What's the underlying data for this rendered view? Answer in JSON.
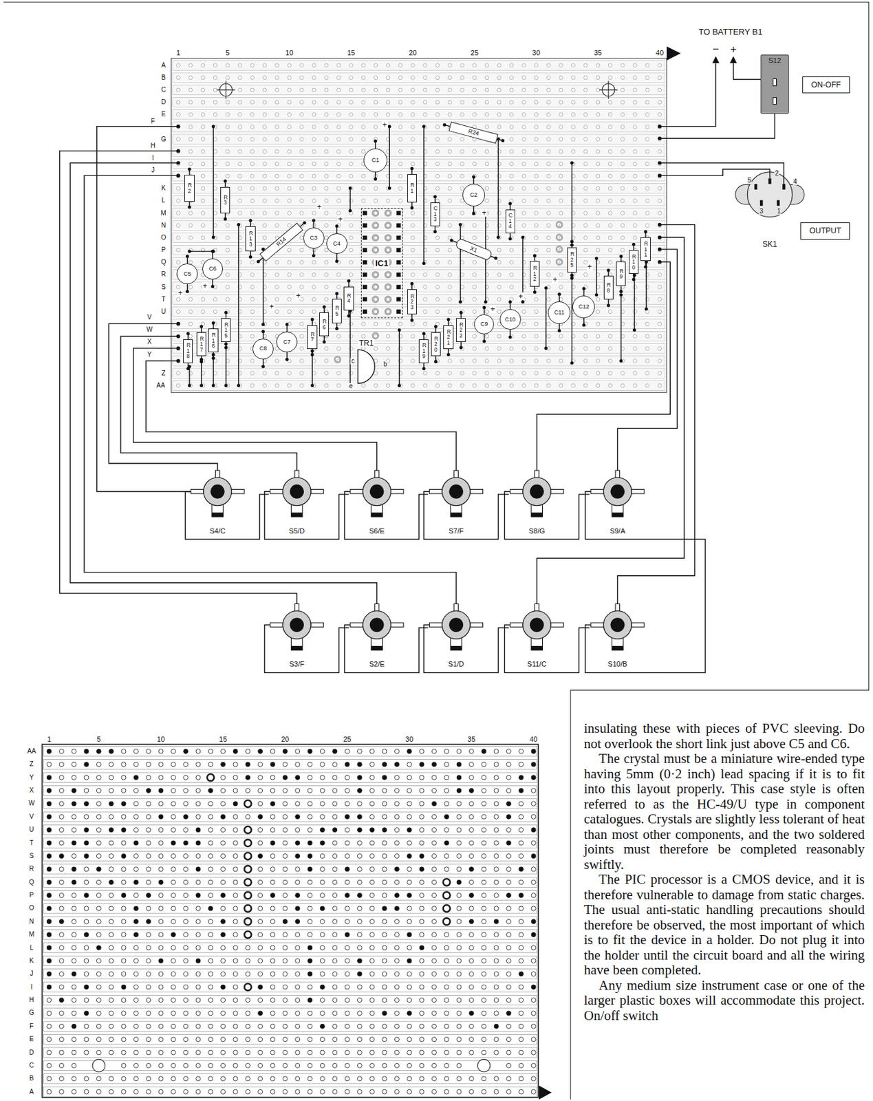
{
  "diagram": {
    "nodes": [
      {
        "text": [
          "S12"
        ]
      },
      {
        "text": [
          "ON-OFF"
        ]
      },
      {
        "text": [
          "OUTPUT"
        ]
      },
      {
        "text": [
          "C1"
        ]
      },
      {
        "text": [
          "R1"
        ]
      },
      {
        "text": [
          "R24"
        ]
      },
      {
        "text": [
          "C2"
        ]
      },
      {
        "text": [
          "C13"
        ]
      },
      {
        "text": [
          "C14"
        ]
      },
      {
        "text": [
          "R2"
        ]
      },
      {
        "text": [
          "R3"
        ]
      },
      {
        "text": [
          "R13"
        ]
      },
      {
        "text": [
          "R14"
        ]
      },
      {
        "text": [
          "C3"
        ]
      },
      {
        "text": [
          "C4"
        ]
      },
      {
        "text": [
          "IC1"
        ]
      },
      {
        "text": [
          "X1"
        ]
      },
      {
        "text": [
          "C5"
        ]
      },
      {
        "text": [
          "C6"
        ]
      },
      {
        "text": [
          "R12"
        ]
      },
      {
        "text": [
          "R23"
        ]
      },
      {
        "text": [
          "R25"
        ]
      },
      {
        "text": [
          "R11"
        ]
      },
      {
        "text": [
          "R10"
        ]
      },
      {
        "text": [
          "R9"
        ]
      },
      {
        "text": [
          "R8"
        ]
      },
      {
        "text": [
          "R4"
        ]
      },
      {
        "text": [
          "R5"
        ]
      },
      {
        "text": [
          "R6"
        ]
      },
      {
        "text": [
          "R7"
        ]
      },
      {
        "text": [
          "R15"
        ]
      },
      {
        "text": [
          "R16"
        ]
      },
      {
        "text": [
          "R17"
        ]
      },
      {
        "text": [
          "R18"
        ]
      },
      {
        "text": [
          "C7"
        ]
      },
      {
        "text": [
          "C8"
        ]
      },
      {
        "text": [
          "C9"
        ]
      },
      {
        "text": [
          "C10"
        ]
      },
      {
        "text": [
          "C11"
        ]
      },
      {
        "text": [
          "C12"
        ]
      },
      {
        "text": [
          "R19"
        ]
      },
      {
        "text": [
          "R20"
        ]
      },
      {
        "text": [
          "R21"
        ]
      },
      {
        "text": [
          "R22"
        ]
      }
    ],
    "labels": [
      "TO BATTERY B1",
      "−",
      "+",
      "1",
      "5",
      "10",
      "15",
      "20",
      "25",
      "30",
      "35",
      "40",
      "A",
      "B",
      "C",
      "D",
      "E",
      "F",
      "G",
      "H",
      "I",
      "J",
      "K",
      "L",
      "M",
      "N",
      "O",
      "P",
      "Q",
      "R",
      "S",
      "T",
      "U",
      "V",
      "W",
      "X",
      "Y",
      "Z",
      "AA",
      "TR1",
      "c",
      "b",
      "e",
      "+",
      "+",
      "+",
      "+",
      "+",
      "+",
      "+",
      "+",
      "+",
      "+",
      "+",
      "+",
      "5",
      "2",
      "4",
      "3",
      "1",
      "SK1",
      "S4/C",
      "S5/D",
      "S6/E",
      "S7/F",
      "S8/G",
      "S9/A",
      "S3/F",
      "S2/E",
      "S1/D",
      "S11/C",
      "S10/B",
      "1",
      "5",
      "10",
      "15",
      "20",
      "25",
      "30",
      "35",
      "40",
      "AA",
      "Z",
      "Y",
      "X",
      "W",
      "V",
      "U",
      "T",
      "S",
      "R",
      "Q",
      "P",
      "O",
      "N",
      "M",
      "L",
      "K",
      "J",
      "I",
      "H",
      "G",
      "F",
      "E",
      "D",
      "C",
      "B",
      "A",
      "insulating these with pieces of PVC sleeving. Do not overlook the short link just above C5 and C6.",
      "The crystal must be a miniature wire-ended type having 5mm (0·2 inch) lead spacing if it is to fit into this layout properly. This case style is often referred to as the HC-49/U type in component catalogues. Crystals are slightly less tolerant of heat than most other components, and the two soldered joints must therefore be completed reasonably swiftly.",
      "The PIC processor is a CMOS device, and it is therefore vulnerable to damage from static charges. The usual anti-static handling precautions should therefore be observed, the most important of which is to fit the device in a holder. Do not plug it into the holder until the circuit board and all the wiring have been completed.",
      "Any medium size instrument case or one of the larger plastic boxes will accommodate this project. On/off switch"
    ]
  }
}
